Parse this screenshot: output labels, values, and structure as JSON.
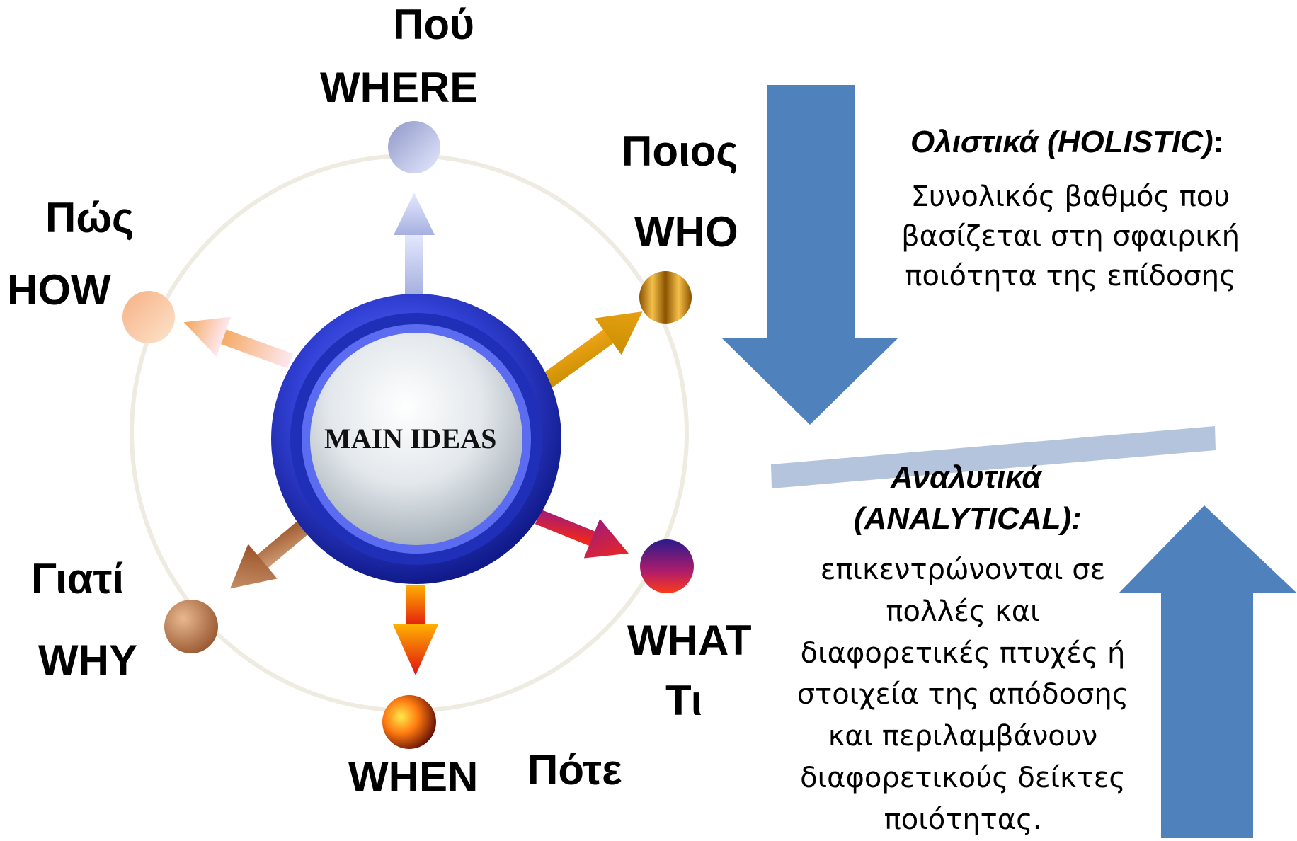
{
  "hub": {
    "label": "MAIN IDEAS"
  },
  "nodes": {
    "where": {
      "gr": "Πού",
      "en": "WHERE"
    },
    "who": {
      "gr": "Ποιος",
      "en": "WHO"
    },
    "how": {
      "gr": "Πώς",
      "en": "HOW"
    },
    "why": {
      "gr": "Γιατί",
      "en": "WHY"
    },
    "what": {
      "en": "WHAT",
      "gr": "Τι"
    },
    "when": {
      "en": "WHEN",
      "gr": "Πότε"
    }
  },
  "holistic": {
    "title": "Ολιστικά (HOLISTIC)",
    "colon": ":",
    "lines": [
      "Συνολικός βαθμός που",
      "βασίζεται στη σφαιρική",
      "ποιότητα της επίδοσης"
    ]
  },
  "analytical": {
    "title_line1": "Αναλυτικά",
    "title_line2": "(ANALYTICAL):",
    "lines": [
      "επικεντρώνονται σε",
      "πολλές και",
      "διαφορετικές πτυχές ή",
      "στοιχεία της απόδοσης",
      "και περιλαμβάνουν",
      "διαφορετικούς δείκτες",
      "ποιότητας."
    ]
  },
  "colors": {
    "big_arrow": "#4f81bd",
    "divider": "#b4c4dd",
    "ring": "#eeebe1",
    "hub_outer": "#2b3fd0",
    "hub_inner": "#d8dee3"
  }
}
